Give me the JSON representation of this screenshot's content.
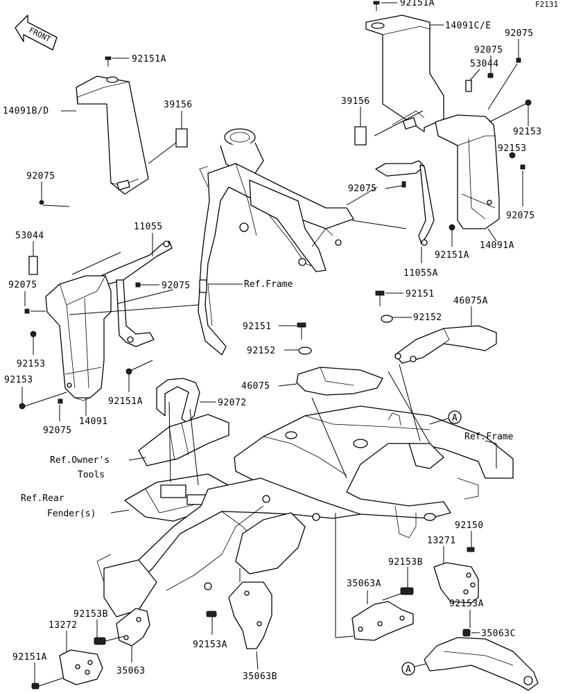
{
  "diagram_code": "F2131",
  "front_label": "FRONT",
  "callout_a": "A",
  "labels": {
    "p92151A_top": "92151A",
    "p14091CE": "14091C/E",
    "p92075_a": "92075",
    "p92075_b": "92075",
    "p53044_r": "53044",
    "p39156_r": "39156",
    "p92153_r1": "92153",
    "p92153_r2": "92153",
    "p92075_r3": "92075",
    "p92075_r4": "92075",
    "p14091A": "14091A",
    "p92151A_r": "92151A",
    "p11055A": "11055A",
    "p92151A_l": "92151A",
    "p14091BD": "14091B/D",
    "p39156_l": "39156",
    "p92075_l1": "92075",
    "p11055": "11055",
    "p53044_l": "53044",
    "p92075_l2": "92075",
    "p92075_l3": "92075",
    "p92153_l1": "92153",
    "p92153_l2": "92153",
    "p92151A_l2": "92151A",
    "p14091": "14091",
    "p92075_l4": "92075",
    "p92072": "92072",
    "p92151_r": "92151",
    "p46075A": "46075A",
    "p92152_r": "92152",
    "p92151_c": "92151",
    "p92152_c": "92152",
    "p46075": "46075",
    "p92150": "92150",
    "p13271": "13271",
    "p92153B_r": "92153B",
    "p35063A": "35063A",
    "p92153A_r": "92153A",
    "p35063C": "35063C",
    "p92153B_l": "92153B",
    "p13272": "13272",
    "p92151A_bl": "92151A",
    "p35063": "35063",
    "p92153A_c": "92153A",
    "p35063B": "35063B"
  },
  "refs": {
    "frame_top": "Ref.Frame",
    "frame_right": "Ref.Frame",
    "owners_tools_1": "Ref.Owner's",
    "owners_tools_2": "Tools",
    "rear_fender_1": "Ref.Rear",
    "rear_fender_2": "Fender(s)"
  }
}
